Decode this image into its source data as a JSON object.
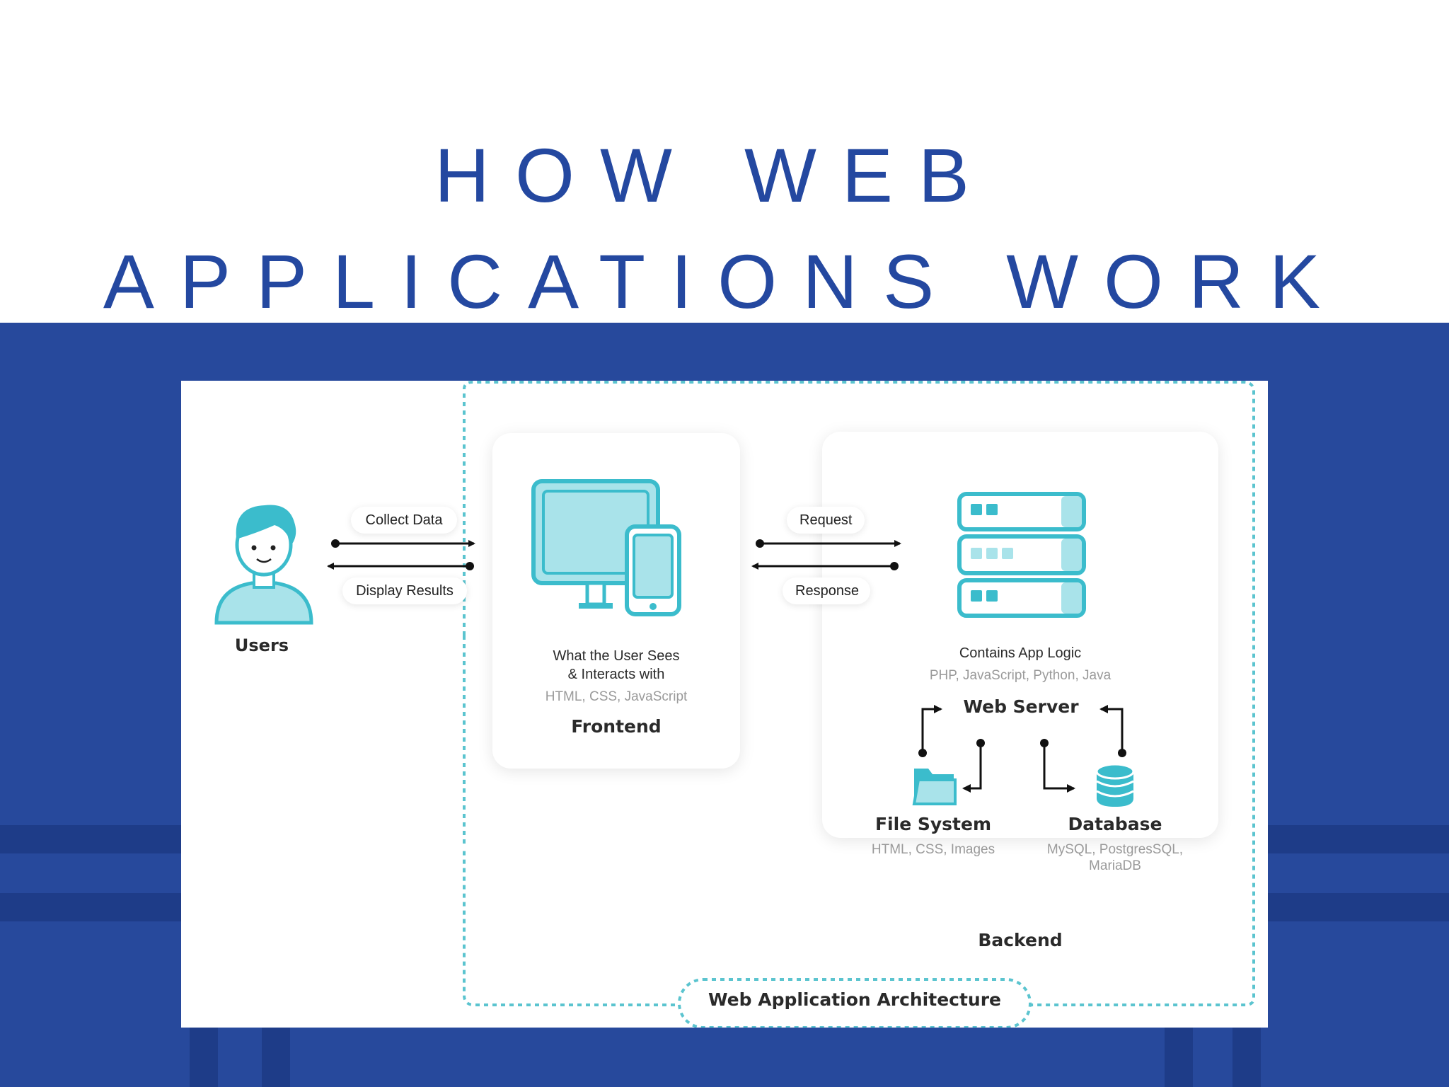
{
  "title": {
    "line1": "HOW WEB",
    "line2": "APPLICATIONS WORK"
  },
  "diagram": {
    "users_label": "Users",
    "collect_data": "Collect Data",
    "display_results": "Display Results",
    "frontend": {
      "desc_line1": "What the User Sees",
      "desc_line2": "& Interacts with",
      "tech": "HTML, CSS, JavaScript",
      "label": "Frontend"
    },
    "request": "Request",
    "response": "Response",
    "web_server": {
      "desc": "Contains App Logic",
      "tech": "PHP, JavaScript, Python, Java",
      "label": "Web Server"
    },
    "file_system": {
      "label": "File System",
      "tech": "HTML, CSS, Images"
    },
    "database": {
      "label": "Database",
      "tech_line1": "MySQL, PostgresSQL,",
      "tech_line2": "MariaDB"
    },
    "backend_label": "Backend",
    "architecture_label": "Web Application Architecture"
  },
  "colors": {
    "title_blue": "#2448a0",
    "band_blue": "#27499c",
    "teal": "#3bbccc",
    "teal_light": "#a7e4ec"
  }
}
